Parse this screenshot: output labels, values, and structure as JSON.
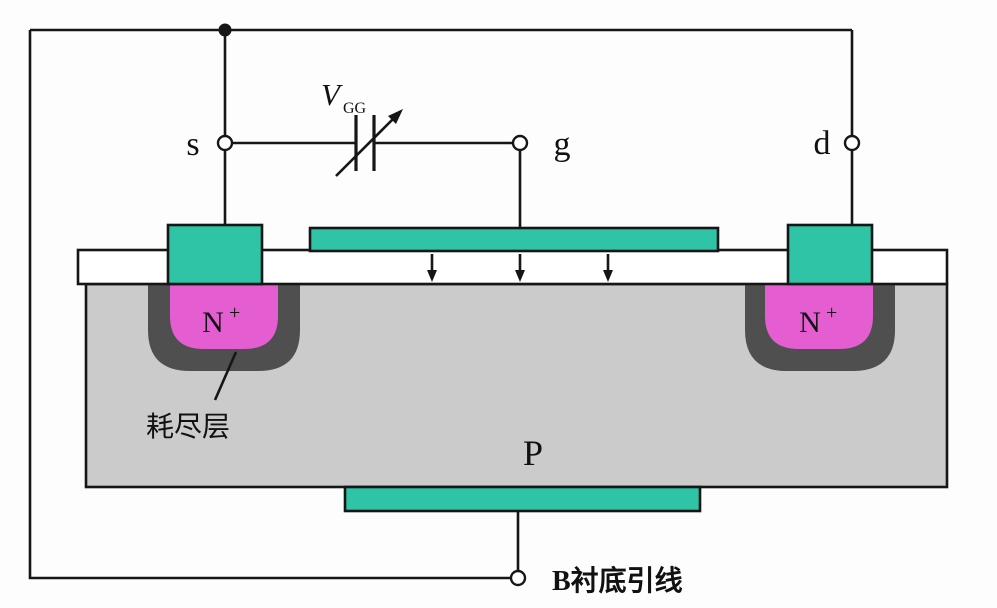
{
  "figure": {
    "terminals": {
      "s": "s",
      "g": "g",
      "d": "d"
    },
    "source_label": {
      "base": "V",
      "sub": "GG"
    },
    "regions": {
      "n_left": "N",
      "n_left_sup": "+",
      "n_right": "N",
      "n_right_sup": "+",
      "substrate": "P"
    },
    "annotations": {
      "depletion_layer": "耗尽层",
      "bulk_lead": "B衬底引线"
    }
  },
  "colors": {
    "contact_teal": "#2fc4a6",
    "n_region_pink": "#e45ed2",
    "depletion_gray": "#4f4f4f",
    "substrate_gray": "#cbcbcb",
    "oxide_white": "#ffffff"
  }
}
